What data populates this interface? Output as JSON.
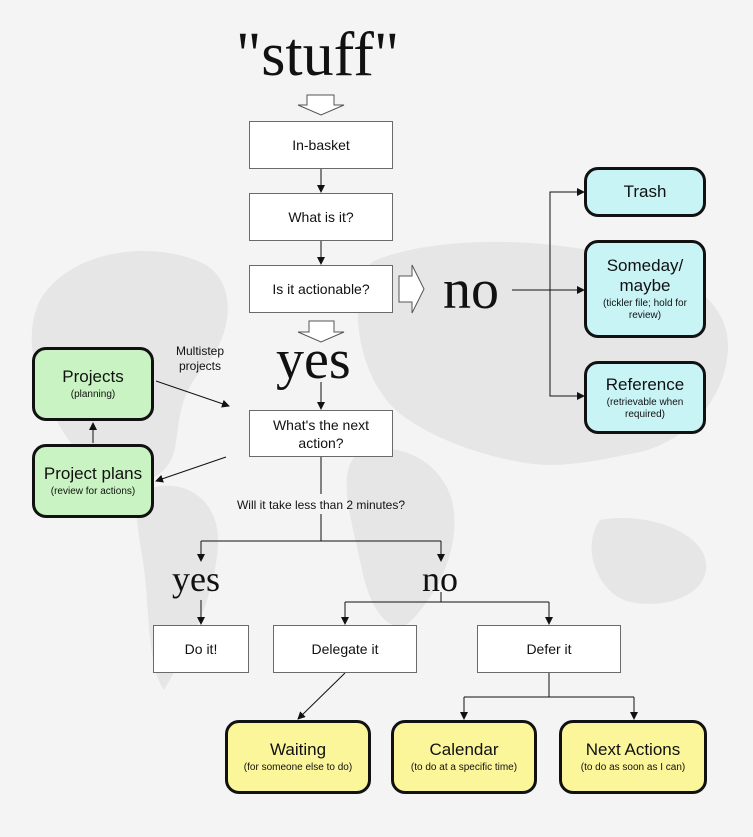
{
  "title": "\"stuff\"",
  "steps": {
    "in_basket": "In-basket",
    "what_is_it": "What is it?",
    "actionable": "Is it actionable?",
    "next_action": "What's the next action?"
  },
  "decisions": {
    "no_top": "no",
    "yes_top": "yes",
    "two_minutes": "Will it take less than 2 minutes?",
    "yes_bottom": "yes",
    "no_bottom": "no"
  },
  "non_actionable": [
    {
      "title": "Trash",
      "subtitle": ""
    },
    {
      "title": "Someday/ maybe",
      "subtitle": "(tickler file; hold for review)"
    },
    {
      "title": "Reference",
      "subtitle": "(retrievable when required)"
    }
  ],
  "projects": {
    "multistep_label": "Multistep projects",
    "projects_title": "Projects",
    "projects_subtitle": "(planning)",
    "plans_title": "Project plans",
    "plans_subtitle": "(review for actions)"
  },
  "actions": {
    "do_it": "Do it!",
    "delegate": "Delegate it",
    "defer": "Defer it"
  },
  "outcomes": [
    {
      "title": "Waiting",
      "subtitle": "(for someone else to do)"
    },
    {
      "title": "Calendar",
      "subtitle": "(to do at a specific time)"
    },
    {
      "title": "Next Actions",
      "subtitle": "(to do as soon as I can)"
    }
  ],
  "colors": {
    "background": "#f4f4f4",
    "projects_fill": "#c9f3c2",
    "reference_fill": "#c9f4f6",
    "outcome_fill": "#fbf69a",
    "map_fill": "#e6e6e6"
  }
}
